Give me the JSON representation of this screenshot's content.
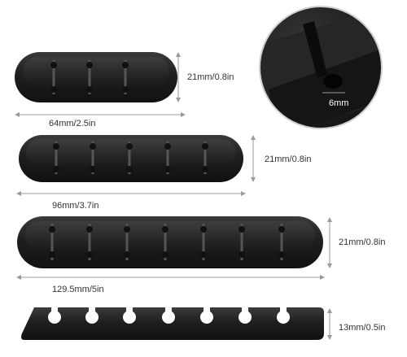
{
  "products": [
    {
      "id": "holder-3-slot",
      "slots": 3,
      "width_label": "64mm/2.5in",
      "height_label": "21mm/0.8in"
    },
    {
      "id": "holder-5-slot",
      "slots": 5,
      "width_label": "96mm/3.7in",
      "height_label": "21mm/0.8in"
    },
    {
      "id": "holder-7-slot",
      "slots": 7,
      "width_label": "129.5mm/5in",
      "height_label": "21mm/0.8in"
    },
    {
      "id": "holder-side-view",
      "slots": 7,
      "height_label": "13mm/0.5in"
    }
  ],
  "detail": {
    "slot_width_label": "6mm"
  },
  "colors": {
    "product": "#1c1c1c",
    "product_highlight": "#3a3a3a",
    "dimension_line": "#9a9a9a",
    "text": "#333333",
    "background": "#ffffff"
  }
}
